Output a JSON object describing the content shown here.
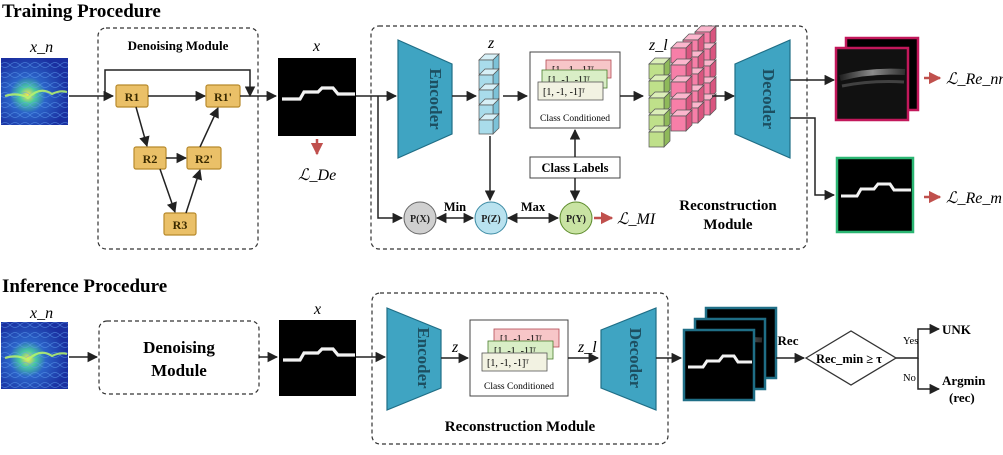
{
  "training": {
    "title": "Training Procedure",
    "input_label": "x_n",
    "denoising_title": "Denoising Module",
    "blocks": [
      "R1",
      "R1'",
      "R2",
      "R2'",
      "R3"
    ],
    "x_label": "x",
    "loss_de": "ℒ_De",
    "encoder": "Encoder",
    "decoder": "Decoder",
    "z_label": "z",
    "zl_label": "z_l",
    "class_vec_back": "[1, -1, -1]ᵀ",
    "class_vec_mid": "[1, -1, -1]ᵀ",
    "class_vec_front": "[1, -1, -1]ᵀ",
    "class_conditioned": "Class Conditioned",
    "class_labels": "Class Labels",
    "px": "P(X)",
    "pz": "P(Z)",
    "py": "P(Y)",
    "min": "Min",
    "max": "Max",
    "loss_mi": "ℒ_MI",
    "reconstruction_title_1": "Reconstruction",
    "reconstruction_title_2": "Module",
    "loss_re_nm": "ℒ_Re_nm",
    "loss_re_m": "ℒ_Re_m"
  },
  "inference": {
    "title": "Inference Procedure",
    "input_label": "x_n",
    "denoising_line1": "Denoising",
    "denoising_line2": "Module",
    "x_label": "x",
    "encoder": "Encoder",
    "decoder": "Decoder",
    "z_label": "z",
    "zl_label": "z_l",
    "class_vec_back": "[1, -1, -1]ᵀ",
    "class_vec_mid": "[1, -1, -1]ᵀ",
    "class_vec_front": "[1, -1, -1]ᵀ",
    "class_conditioned": "Class Conditioned",
    "reconstruction_title": "Reconstruction Module",
    "rec": "Rec",
    "decision": "Rec_min ≥ τ",
    "yes": "Yes",
    "no": "No",
    "unk": "UNK",
    "argmin_1": "Argmin",
    "argmin_2": "(rec)"
  },
  "colors": {
    "encoder": "#3FA4C2",
    "residual_block": "#EAC068",
    "latent_cube": "#A9DCEB",
    "conditioned_cube_green": "#BFE08A",
    "conditioned_cube_pink": "#F77FA8",
    "loss_arrow": "#C0504D",
    "px_node": "#D0D0D0",
    "pz_node": "#B9E2EF",
    "py_node": "#C9E3A3",
    "nonmatch_frame": "#C2185B",
    "match_frame": "#2BB673",
    "inference_frame": "#1F6E86"
  }
}
